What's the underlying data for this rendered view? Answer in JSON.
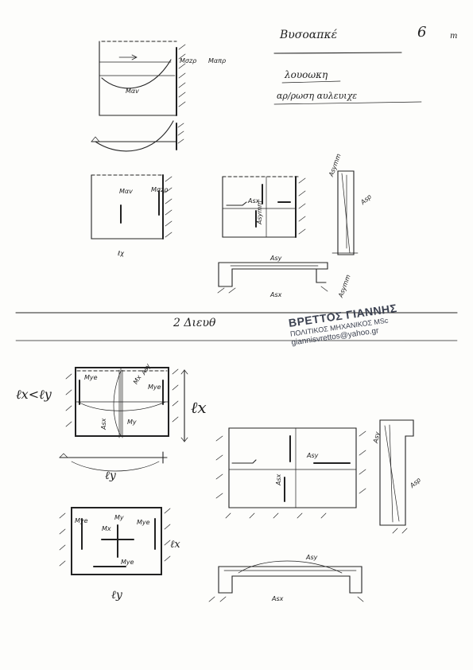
{
  "header": {
    "title": "Βυσοαπκέ",
    "page_number": "6",
    "page_mark": "т",
    "subtitle_line1": "λουοωκη",
    "subtitle_line2": "αρ/ρωση αυλευιχε"
  },
  "section_one": {
    "sketch1_labels": {
      "m_support": "Μσzρ",
      "m_support_alt": "Μαπρ",
      "m_span": "Μαv"
    },
    "sketch2_labels": {
      "m_span": "Μαv",
      "m_support": "Μσzρ",
      "caption": "ℓχ"
    },
    "sketch3_labels": {
      "asx": "Asx",
      "asymm": "Αsymm",
      "asy": "Asy",
      "asx_short": "Asx"
    },
    "sketch4_labels": {
      "asymm_top": "Αsymm",
      "asp": "Asp",
      "asymm_bottom": "Αsymm"
    }
  },
  "section_two": {
    "heading": "2 Διευθ",
    "ratio": "ℓx<ℓy",
    "lx": "ℓx",
    "ly": "ℓy",
    "lx_small": "ℓx",
    "ly_small": "ℓy",
    "moment_labels": {
      "mye_left": "Μye",
      "mye_right": "Μye",
      "mx": "Μx",
      "my": "Μy",
      "asx": "Asx",
      "asy_top": "Asy"
    },
    "slab2_labels": {
      "mye_left": "Μye",
      "my": "Μy",
      "mx": "Μx",
      "mye_right": "Μye",
      "mye_bottom": "Μye"
    },
    "plan_labels": {
      "asy": "Asy",
      "asx": "Asx"
    },
    "section_labels": {
      "asy": "Asy",
      "asp": "Asp"
    },
    "bottom_labels": {
      "asy": "Asy",
      "asx": "Asx"
    }
  },
  "stamp": {
    "name": "ΒΡΕΤΤΟΣ ΓΙΑΝΝΗΣ",
    "title": "ΠΟΛΙΤΙΚΟΣ ΜΗΧΑΝΙΚΟΣ MSc",
    "email": "giannisvrettos@yahoo.gr"
  }
}
